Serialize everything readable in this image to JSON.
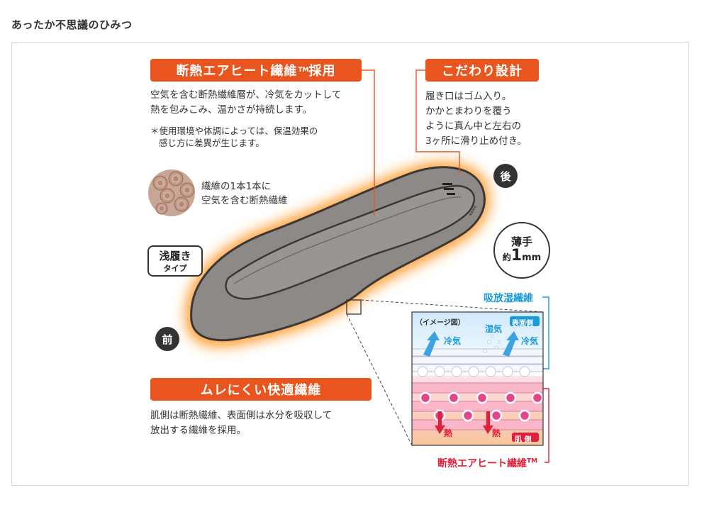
{
  "page_title": "あったか不思議のひみつ",
  "feature_insulation": {
    "title": "断熱エアヒート繊維",
    "tm": "TM",
    "title_suffix": "採用",
    "desc_line1": "空気を含む断熱繊維層が、冷気をカットして",
    "desc_line2": "熱を包みこみ、温かさが持続します。",
    "note_line1": "＊使用環境や体調によっては、保温効果の",
    "note_line2": "感じ方に差異が生じます。",
    "fiber_caption_line1": "繊維の1本1本に",
    "fiber_caption_line2": "空気を含む断熱繊維"
  },
  "feature_design": {
    "title": "こだわり設計",
    "desc_line1": "履き口はゴム入り。",
    "desc_line2": "かかとまわりを覆う",
    "desc_line3": "ように真ん中と左右の",
    "desc_line4": "3ヶ所に滑り止め付き。"
  },
  "feature_breathable": {
    "title": "ムレにくい快適繊維",
    "desc_line1": "肌側は断熱繊維、表面側は水分を吸収して",
    "desc_line2": "放出する繊維を採用。"
  },
  "badges": {
    "type_main": "浅履き",
    "type_sub": "タイプ",
    "back": "後",
    "front": "前",
    "thin_main": "薄手",
    "thin_prefix": "約",
    "thin_value": "1",
    "thin_unit": "mm"
  },
  "diagram": {
    "image_label": "（イメージ図）",
    "surface_side": "表面側",
    "skin_side": "肌 側",
    "cold_air": "冷気",
    "moisture": "湿気",
    "heat": "熱",
    "label_absorb": "吸放湿繊維",
    "label_airheat": "断熱エアヒート繊維",
    "label_airheat_tm": "TM"
  },
  "colors": {
    "accent_orange": "#e8551e",
    "blue": "#1a9ad8",
    "red": "#e0203a"
  }
}
